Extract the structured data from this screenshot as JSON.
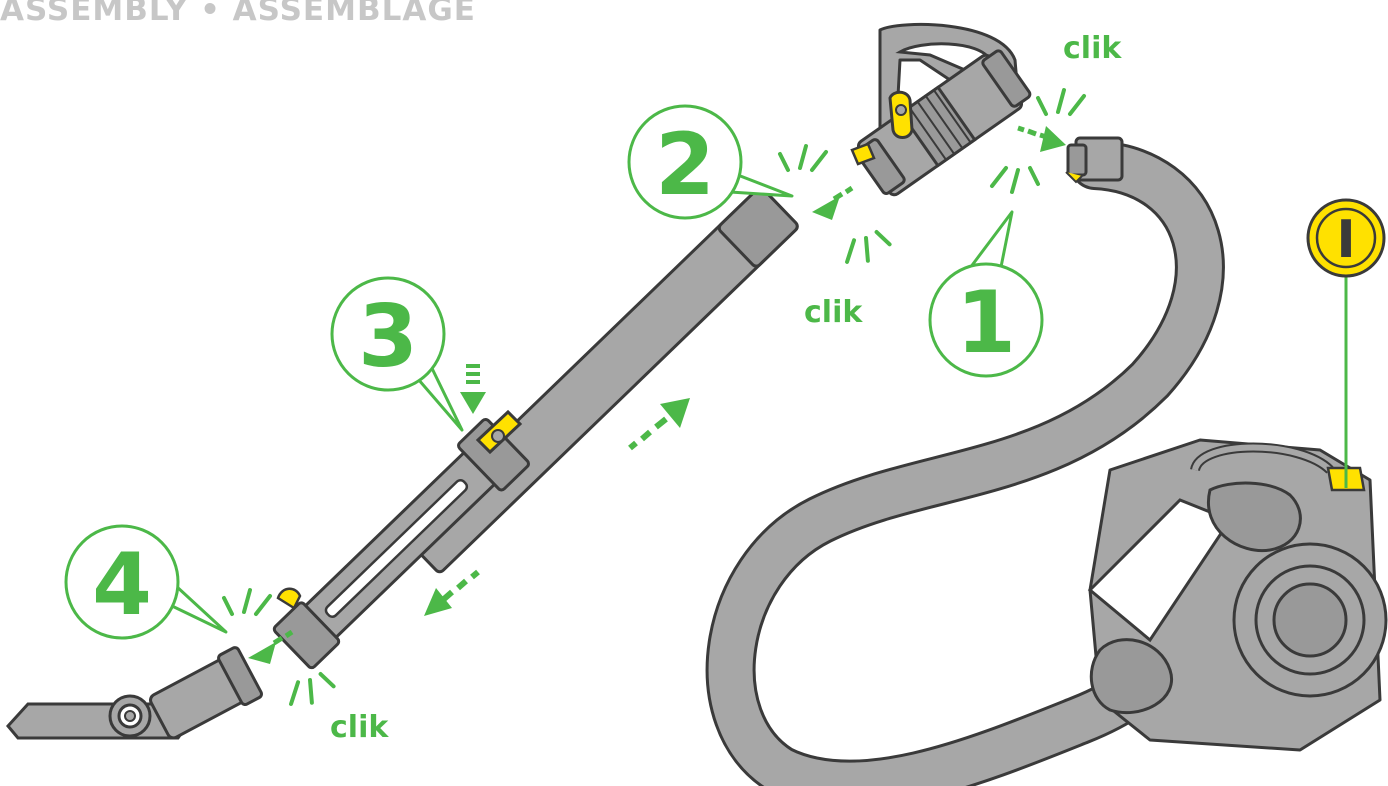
{
  "heading": {
    "text": "ASSEMBLY • ASSEMBLAGE"
  },
  "steps": [
    {
      "number": "1"
    },
    {
      "number": "2"
    },
    {
      "number": "3"
    },
    {
      "number": "4"
    }
  ],
  "click_labels": [
    "clik",
    "clik",
    "clik"
  ],
  "power_symbol": "I",
  "colors": {
    "accent_green": "#4cb848",
    "accent_yellow": "#ffe100",
    "body_gray": "#a7a7a7",
    "outline": "#3a3a3a",
    "heading_gray": "#c7c7c7"
  },
  "icons": {
    "power_button": "power-on-icon",
    "click_arrows": "push-arrow-icon",
    "impact_marks": "impact-burst-icon"
  }
}
